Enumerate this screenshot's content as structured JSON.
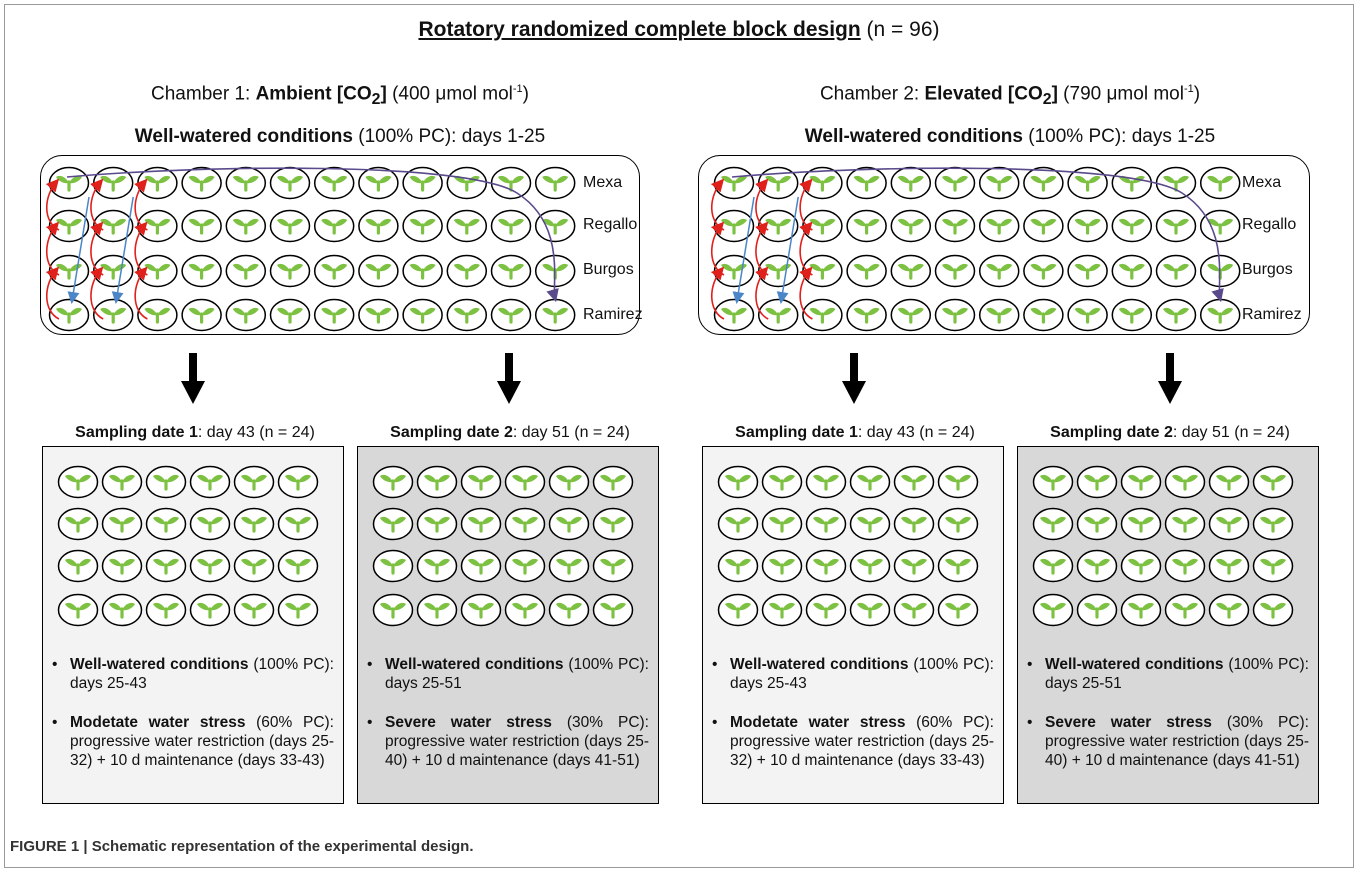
{
  "title": {
    "main": "Rotatory randomized complete block design",
    "n": " (n = 96)"
  },
  "chambers": [
    {
      "prefix": "Chamber 1: ",
      "bold": "Ambient [CO",
      "sub": "2",
      "bold_end": "]",
      "conc": " (400 μmol mol",
      "sup": "-1",
      "close": ")",
      "ww_bold": "Well-watered conditions",
      "ww_rest": " (100% PC): days 1-25"
    },
    {
      "prefix": "Chamber 2: ",
      "bold": "Elevated [CO",
      "sub": "2",
      "bold_end": "]",
      "conc": " (790 μmol mol",
      "sup": "-1",
      "close": ")",
      "ww_bold": "Well-watered conditions",
      "ww_rest": " (100% PC): days 1-25"
    }
  ],
  "varieties": [
    "Mexa",
    "Regallo",
    "Burgos",
    "Ramirez"
  ],
  "sampling": [
    {
      "bold": "Sampling date 1",
      "rest": ": day 43 (n = 24)"
    },
    {
      "bold": "Sampling date 2",
      "rest": ": day 51 (n = 24)"
    }
  ],
  "panels": [
    {
      "b1_bold": "Well-watered conditions",
      "b1_rest": " (100% PC): days 25-43",
      "b2_bold": "Modetate water stress",
      "b2_rest": " (60% PC): progressive water restriction (days 25-32) + 10 d maintenance (days 33-43)"
    },
    {
      "b1_bold": "Well-watered conditions",
      "b1_rest": " (100% PC): days 25-51",
      "b2_bold": "Severe water stress",
      "b2_rest": " (30% PC): progressive water restriction (days 25-40) + 10 d maintenance (days 41-51)"
    }
  ],
  "caption": "FIGURE 1 | Schematic representation of the experimental design.",
  "colors": {
    "plant": "#7dc142",
    "red_arrow": "#e0201b",
    "blue_arrow": "#4a86c8",
    "purple_arrow": "#5a4a8c",
    "panel_light": "#f3f3f3",
    "panel_dark": "#d8d8d8"
  }
}
